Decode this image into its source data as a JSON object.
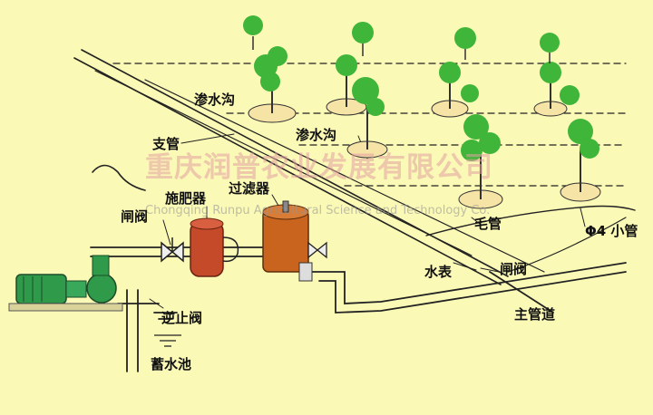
{
  "labels": {
    "seepage_ditch_1": "渗水沟",
    "seepage_ditch_2": "渗水沟",
    "branch_pipe": "支管",
    "fertilizer_applicator": "施肥器",
    "filter": "过滤器",
    "gate_valve_left": "闸阀",
    "capillary_pipe": "毛管",
    "small_pipe": "Φ4 小管",
    "water_meter": "水表",
    "gate_valve_right": "闸阀",
    "main_pipeline": "主管道",
    "check_valve": "逆止阀",
    "reservoir": "蓄水池"
  },
  "watermark": {
    "company_cn": "重庆润普农业发展有限公司",
    "company_en": "Chongqing Runpu Agricultural Science and Technology Co."
  },
  "colors": {
    "background": "#fbf9b6",
    "pump": "#2e9a4a",
    "filter_tank": "#c8641e",
    "fertilizer_tank": "#c44a2a",
    "foliage": "#3fb53a",
    "root_ball": "#f6e3a6"
  }
}
